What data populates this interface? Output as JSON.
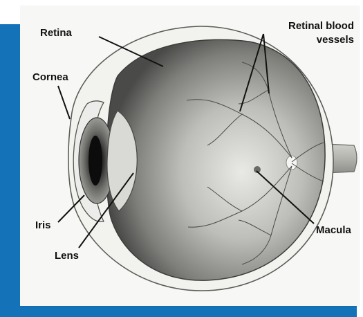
{
  "labels": {
    "retina": "Retina",
    "retinal_vessels_line1": "Retinal blood",
    "retinal_vessels_line2": "vessels",
    "cornea": "Cornea",
    "iris": "Iris",
    "lens": "Lens",
    "macula": "Macula"
  },
  "colors": {
    "frame_blue": "#1472b8",
    "panel": "#f7f7f5",
    "label_text": "#111111"
  }
}
